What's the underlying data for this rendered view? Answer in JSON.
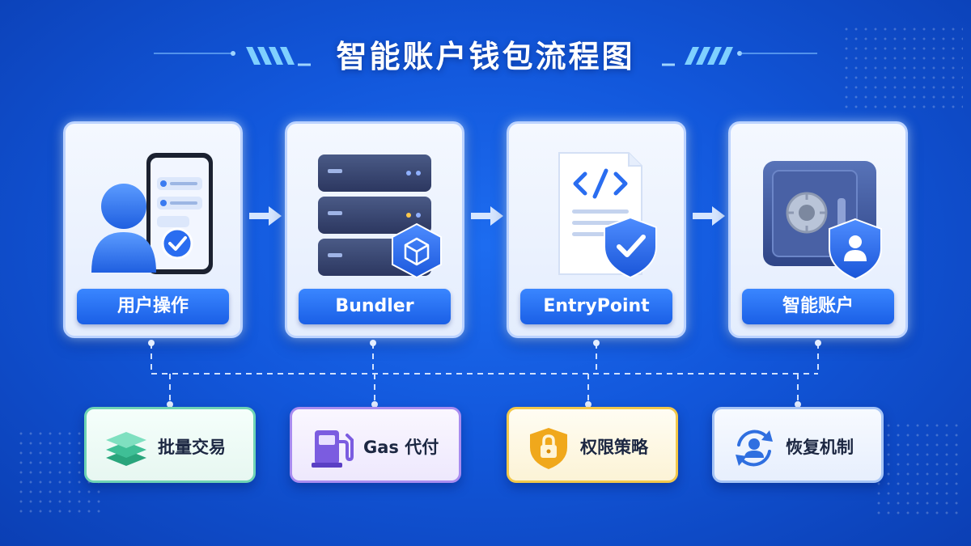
{
  "title": "智能账户钱包流程图",
  "steps": [
    {
      "label": "用户操作",
      "icon": "user-phone-icon"
    },
    {
      "label": "Bundler",
      "icon": "server-stack-icon"
    },
    {
      "label": "EntryPoint",
      "icon": "code-document-shield-icon"
    },
    {
      "label": "智能账户",
      "icon": "safe-shield-icon"
    }
  ],
  "features": [
    {
      "label": "批量交易",
      "icon": "stacked-layers-icon",
      "color": "#3fbf96"
    },
    {
      "label": "Gas 代付",
      "icon": "fuel-pump-icon",
      "color": "#7b5ce0"
    },
    {
      "label": "权限策略",
      "icon": "lock-shield-icon",
      "color": "#f0a81c"
    },
    {
      "label": "恢复机制",
      "icon": "user-recovery-icon",
      "color": "#2f6fe0"
    }
  ],
  "colors": {
    "background": "#1257db",
    "step_label": "#2a72f5",
    "connector": "#cfe0ff"
  }
}
